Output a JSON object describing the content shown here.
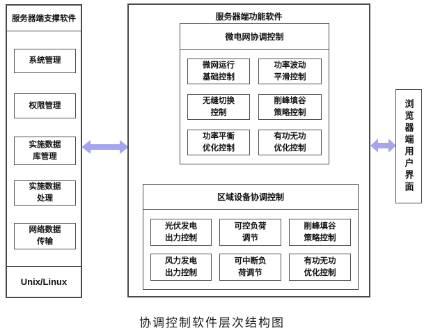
{
  "left_panel": {
    "title": "服务器端支撑软件",
    "items": [
      "系统管理",
      "权限管理",
      "实施数据\n库管理",
      "实施数据\n处理",
      "网络数据\n传输"
    ],
    "footer": "Unix/Linux"
  },
  "center_panel": {
    "title": "服务器端功能软件",
    "groups": [
      {
        "title": "微电网协调控制",
        "items": [
          "微网运行\n基础控制",
          "功率波动\n平滑控制",
          "无缝切换\n控制",
          "削峰填谷\n策略控制",
          "功率平衡\n优化控制",
          "有功无功\n优化控制"
        ]
      },
      {
        "title": "区域设备协调控制",
        "items": [
          "光伏发电\n出力控制",
          "可控负荷\n调节",
          "削峰填谷\n策略控制",
          "风力发电\n出力控制",
          "可中断负\n荷调节",
          "有功无功\n优化控制"
        ]
      }
    ]
  },
  "right_panel": {
    "title": "浏览器端用户界面"
  },
  "caption": "协调控制软件层次结构图",
  "colors": {
    "arrow": "#a5a5ef",
    "panel_border": "#4a4a4a",
    "box_border": "#4d4d4d",
    "background": "#ffffff"
  },
  "icons": {
    "left_arrow": "double-headed-arrow",
    "right_arrow": "double-headed-arrow"
  }
}
